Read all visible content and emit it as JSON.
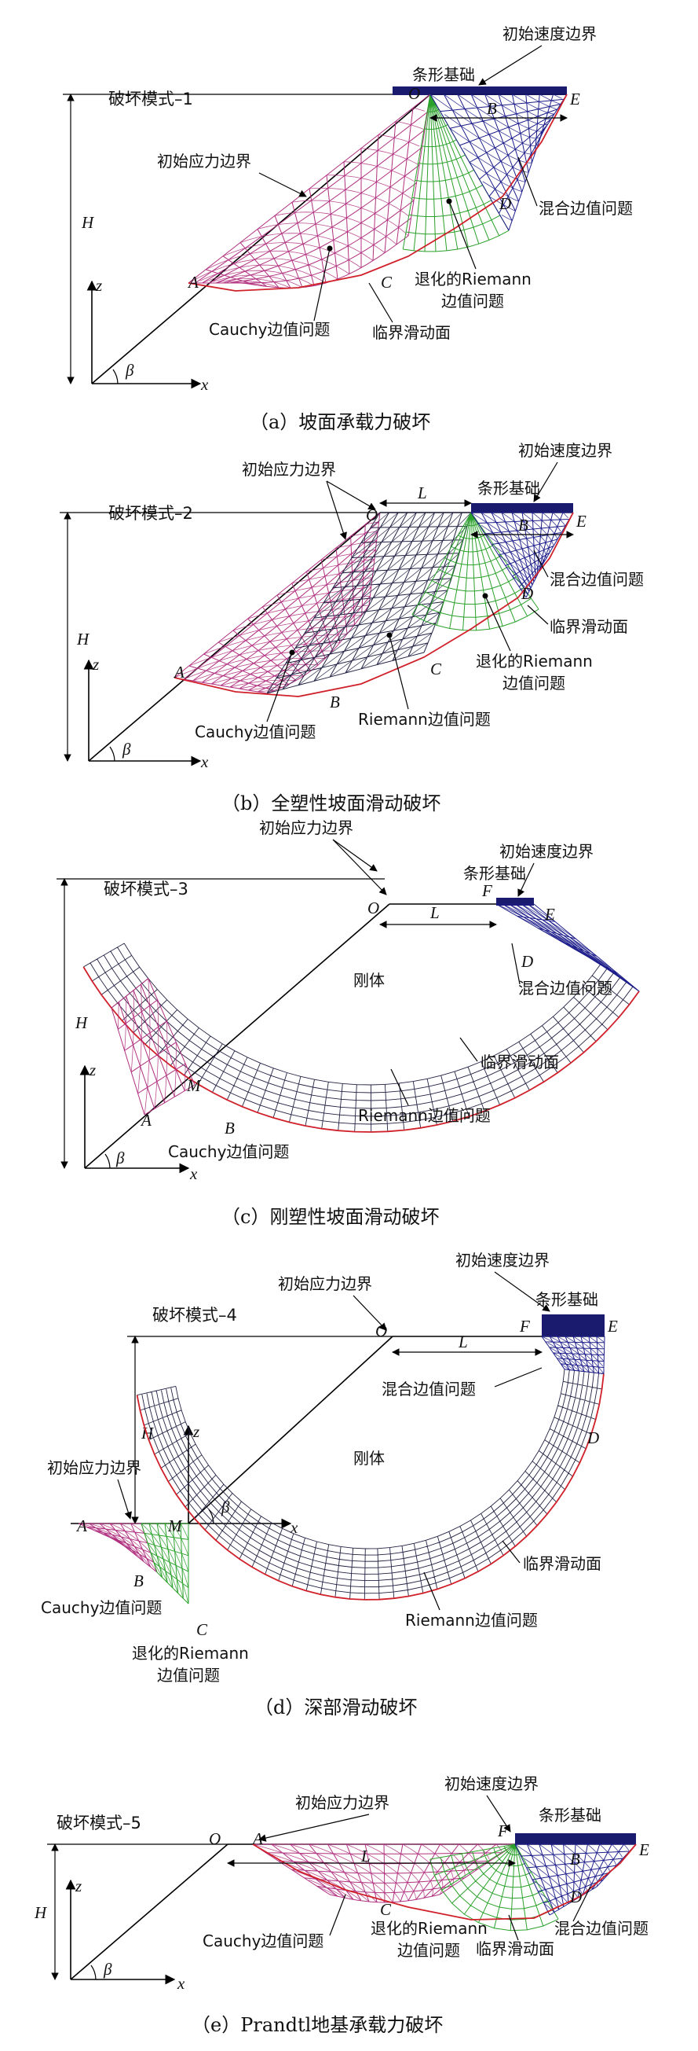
{
  "colors": {
    "cauchy": "#b0307f",
    "riemann_degenerate": "#2aa12a",
    "mixed": "#1c1c8a",
    "riemann": "#222244",
    "slip": "#d0202a",
    "footing": "#1a1a6e"
  },
  "panels": [
    {
      "mode_label": "破坏模式–1",
      "caption": "（a）坡面承载力破坏",
      "texts": {
        "t1": "初始速度边界",
        "t2": "条形基础",
        "t3": "初始应力边界",
        "t4": "混合边值问题",
        "t5": "退化的Riemann",
        "t6": "边值问题",
        "t7": "Cauchy边值问题",
        "t8": "临界滑动面"
      },
      "pts": {
        "O": "O",
        "E": "E",
        "B": "B",
        "D": "D",
        "A": "A",
        "C": "C",
        "H": "H",
        "z": "z",
        "x": "x",
        "beta": "β"
      }
    },
    {
      "mode_label": "破坏模式–2",
      "caption": "（b）全塑性坡面滑动破坏",
      "texts": {
        "t1": "初始应力边界",
        "t2": "初始速度边界",
        "t3": "条形基础",
        "t4": "混合边值问题",
        "t5": "临界滑动面",
        "t6": "退化的Riemann",
        "t7": "边值问题",
        "t8": "Cauchy边值问题",
        "t9": "Riemann边值问题"
      },
      "pts": {
        "O": "O",
        "L": "L",
        "E": "E",
        "B": "B",
        "D": "D",
        "A": "A",
        "C": "C",
        "Bb": "B",
        "H": "H",
        "z": "z",
        "x": "x",
        "beta": "β"
      }
    },
    {
      "mode_label": "破坏模式–3",
      "caption": "（c）刚塑性坡面滑动破坏",
      "texts": {
        "t1": "初始应力边界",
        "t2": "初始速度边界",
        "t3": "条形基础",
        "t4": "混合边值问题",
        "t5": "刚体",
        "t6": "临界滑动面",
        "t7": "Riemann边值问题",
        "t8": "Cauchy边值问题"
      },
      "pts": {
        "O": "O",
        "L": "L",
        "F": "F",
        "E": "E",
        "D": "D",
        "M": "M",
        "A": "A",
        "B": "B",
        "H": "H",
        "z": "z",
        "x": "x",
        "beta": "β"
      }
    },
    {
      "mode_label": "破坏模式–4",
      "caption": "（d）深部滑动破坏",
      "texts": {
        "t1": "初始应力边界",
        "t2": "初始速度边界",
        "t3": "条形基础",
        "t4": "混合边值问题",
        "t5": "刚体",
        "t6": "初始应力边界",
        "t7": "临界滑动面",
        "t8": "Cauchy边值问题",
        "t9": "Riemann边值问题",
        "t10": "退化的Riemann",
        "t11": "边值问题"
      },
      "pts": {
        "O": "O",
        "F": "F",
        "E": "E",
        "L": "L",
        "D": "D",
        "A": "A",
        "M": "M",
        "B": "B",
        "C": "C",
        "H": "H",
        "z": "z",
        "x": "x",
        "beta": "β"
      }
    },
    {
      "mode_label": "破坏模式–5",
      "caption": "（e）Prandtl地基承载力破坏",
      "texts": {
        "t1": "初始速度边界",
        "t2": "初始应力边界",
        "t3": "条形基础",
        "t4": "Cauchy边值问题",
        "t5": "退化的Riemann",
        "t6": "边值问题",
        "t7": "临界滑动面",
        "t8": "混合边值问题"
      },
      "pts": {
        "O": "O",
        "A": "A",
        "L": "L",
        "F": "F",
        "B": "B",
        "E": "E",
        "C": "C",
        "D": "D",
        "H": "H",
        "z": "z",
        "x": "x",
        "beta": "β"
      }
    }
  ]
}
